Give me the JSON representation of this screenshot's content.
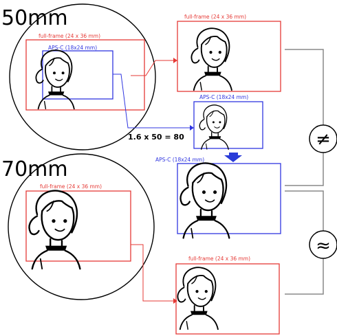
{
  "focal_top": "50mm",
  "focal_bottom": "70mm",
  "labels": {
    "full_frame": "full-frame (24 x 36 mm)",
    "aps_c": "APS-C (18x24 mm)",
    "aps_c_alt": "APS-C (18x24 mm)"
  },
  "formula": "1.6 x 50 = 80",
  "symbols": {
    "not_equal": "≠",
    "approx_equal": "≈"
  },
  "colors": {
    "full_frame": "#e53935",
    "aps_c": "#2f35e0",
    "arrow": "#2a3cd8"
  }
}
